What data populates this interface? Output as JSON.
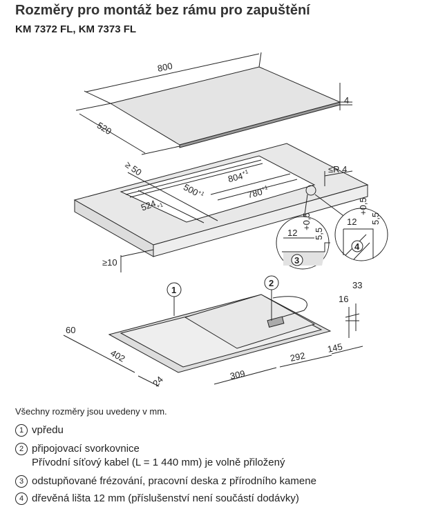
{
  "title": "Rozměry pro montáž bez rámu pro zapuštění",
  "subtitle": "KM 7372 FL, KM 7373 FL",
  "dims_top": {
    "width": "800",
    "depth": "520",
    "thickness": "4"
  },
  "dims_cutout": {
    "min_edge": "≥ 50",
    "outer_length": "804",
    "outer_length_tol": "+1",
    "inner_length": "780",
    "inner_length_tol": "+1",
    "outer_depth": "524",
    "outer_depth_tol": "+1",
    "inner_depth": "500",
    "inner_depth_tol": "+1",
    "radius": "≤R 4",
    "min_thickness": "≥10"
  },
  "detail3": {
    "width": "12",
    "depth": "5,5",
    "tol": "+0,5",
    "marker": "3"
  },
  "detail4": {
    "width": "12",
    "depth": "5,5",
    "tol": "+0,5",
    "marker": "4"
  },
  "dims_bottom": {
    "marker1": "1",
    "marker2": "2",
    "d60": "60",
    "d402": "402",
    "d24": "24",
    "d309": "309",
    "d292": "292",
    "d145": "145",
    "d16": "16",
    "d33": "33"
  },
  "note": "Všechny rozměry jsou uvedeny v mm.",
  "legend": [
    {
      "num": "1",
      "text": "vpředu"
    },
    {
      "num": "2",
      "text": "připojovací svorkovnice",
      "text2": "Přívodní síťový kabel (L = 1 440 mm) je volně přiložený"
    },
    {
      "num": "3",
      "text": "odstupňované frézování, pracovní deska z přírodního kamene"
    },
    {
      "num": "4",
      "text": "dřevěná lišta 12 mm (příslušenství není součástí dodávky)"
    }
  ]
}
